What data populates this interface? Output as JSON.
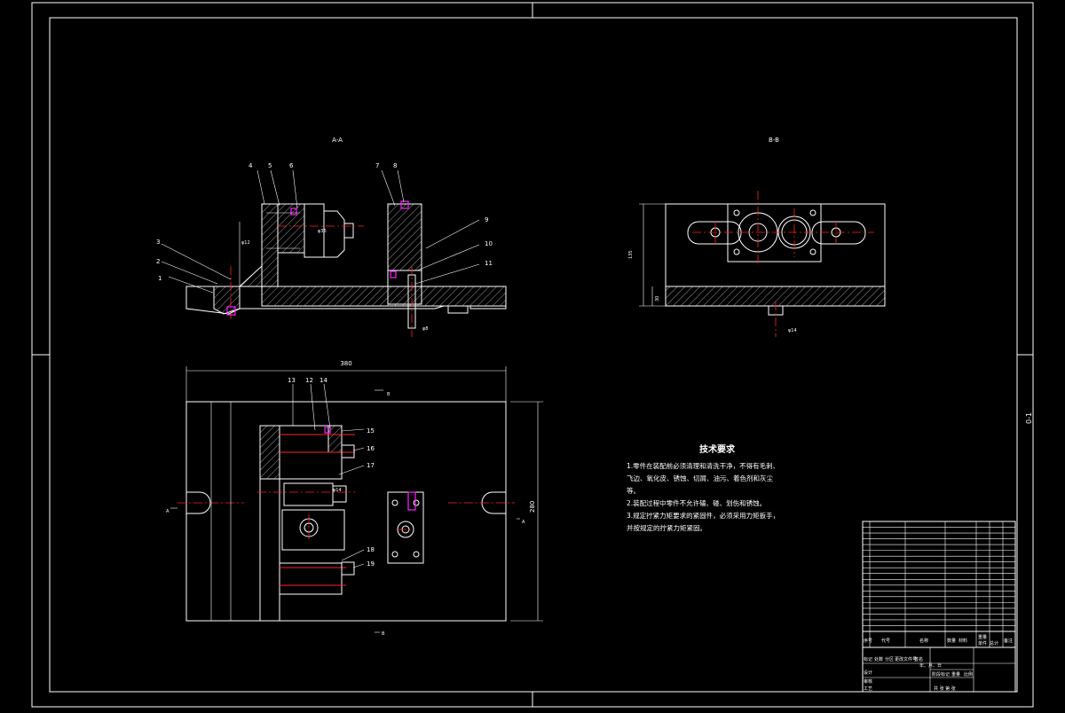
{
  "views": {
    "section_aa": "A-A",
    "section_bb": "B-B"
  },
  "part_numbers": [
    "1",
    "2",
    "3",
    "4",
    "5",
    "6",
    "7",
    "8",
    "9",
    "10",
    "11",
    "12",
    "13",
    "14",
    "15",
    "16",
    "17",
    "18",
    "19"
  ],
  "dimensions": {
    "width": "380",
    "height": "280",
    "bb_height": "135",
    "bb_base": "30",
    "hole_a": "φ8",
    "hole_b": "φ14",
    "hole_bb": "φ14",
    "dim_c": "φ36",
    "dim_d": "φ12"
  },
  "cut_marks": {
    "a": "A",
    "b": "B"
  },
  "tech_requirements": {
    "title": "技术要求",
    "lines": [
      "1.零件在装配前必须清理和清洗干净，不得有毛刺、",
      "飞边、氧化皮、锈蚀、切屑、油污、着色剂和灰尘",
      "等。",
      "2.装配过程中零件不允许磕、碰、划伤和锈蚀。",
      "3.规定拧紧力矩要求的紧固件，必须采用力矩扳手，",
      "并按规定的拧紧力矩紧固。"
    ]
  },
  "side_label": "0-1",
  "bom_header": [
    "序号",
    "代号",
    "名称",
    "数量",
    "材料",
    "单件",
    "总计",
    "备注"
  ],
  "bom_weight_header": "重量",
  "title_block": {
    "labels": [
      "标记",
      "处数",
      "分区",
      "更改文件号",
      "签名",
      "年、月、日"
    ],
    "stage": "阶段标记",
    "weight": "重量",
    "ratio": "比例",
    "sheet": "共 张 第 张",
    "roles": [
      "设计",
      "审核",
      "工艺"
    ]
  },
  "colors": {
    "line": "#ffffff",
    "center": "#ff2222",
    "bolt": "#ff33ff",
    "dim": "#44ffff"
  }
}
